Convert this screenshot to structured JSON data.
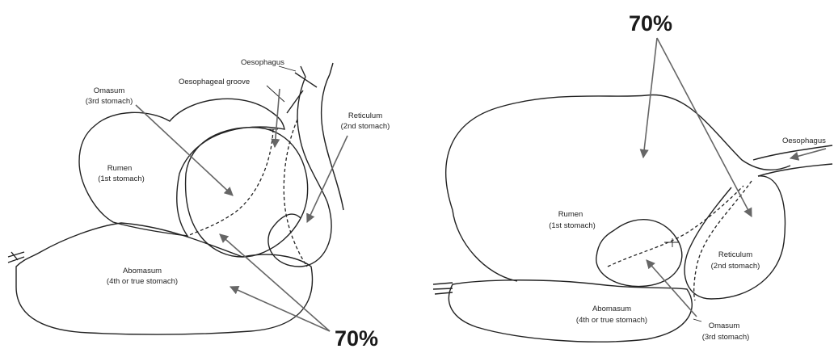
{
  "left_diagram": {
    "labels": {
      "oesophagus": "Oesophagus",
      "oesophageal_groove": "Oesophageal groove",
      "omasum_name": "Omasum",
      "omasum_desc": "(3rd stomach)",
      "reticulum_name": "Reticulum",
      "reticulum_desc": "(2nd stomach)",
      "rumen_name": "Rumen",
      "rumen_desc": "(1st stomach)",
      "abomasum_name": "Abomasum",
      "abomasum_desc": "(4th or true stomach)"
    },
    "percent": "70%"
  },
  "right_diagram": {
    "labels": {
      "oesophagus": "Oesophagus",
      "rumen_name": "Rumen",
      "rumen_desc": "(1st stomach)",
      "reticulum_name": "Reticulum",
      "reticulum_desc": "(2nd stomach)",
      "abomasum_name": "Abomasum",
      "abomasum_desc": "(4th or true stomach)",
      "omasum_name": "Omasum",
      "omasum_desc": "(3rd stomach)"
    },
    "percent": "70%"
  }
}
